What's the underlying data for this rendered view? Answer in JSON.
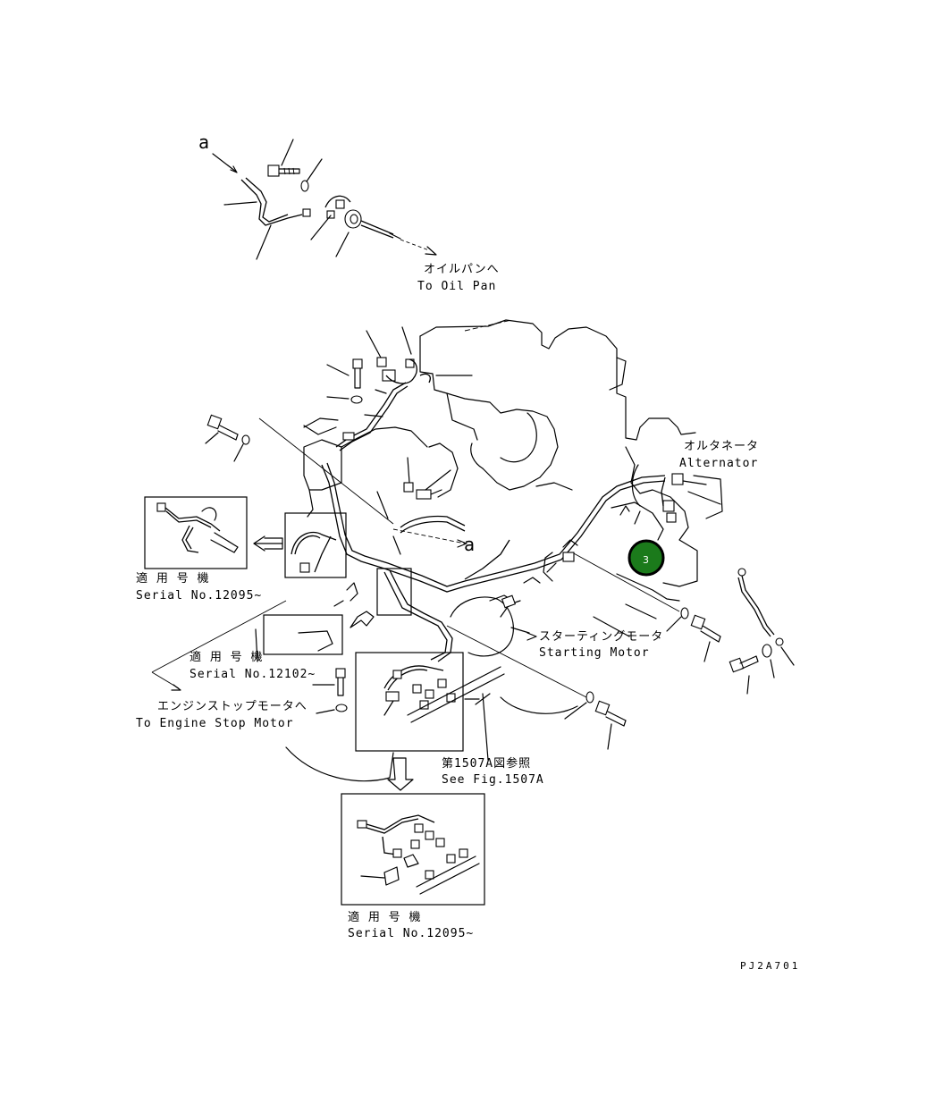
{
  "labels": {
    "ref_a_top": "a",
    "ref_a_mid": "a",
    "oil_pan_jp": "オイルパンへ",
    "oil_pan_en": "To Oil Pan",
    "alternator_jp": "オルタネータ",
    "alternator_en": "Alternator",
    "starting_motor_jp": "スターティングモータ",
    "starting_motor_en": "Starting Motor",
    "serial_left_jp": "適 用 号 機",
    "serial_left_en": "Serial No.12095~",
    "serial_mid_jp": "適 用 号 機",
    "serial_mid_en": "Serial No.12102~",
    "engine_stop_jp": "エンジンストップモータへ",
    "engine_stop_en": "To Engine Stop Motor",
    "see_fig_jp": "第1507A図参照",
    "see_fig_en": "See Fig.1507A",
    "serial_bottom_jp": "適 用 号 機",
    "serial_bottom_en": "Serial No.12095~",
    "drawing_code": "PJ2A701"
  },
  "callouts": [
    {
      "number": "3",
      "color": "#1b7a1b"
    }
  ]
}
